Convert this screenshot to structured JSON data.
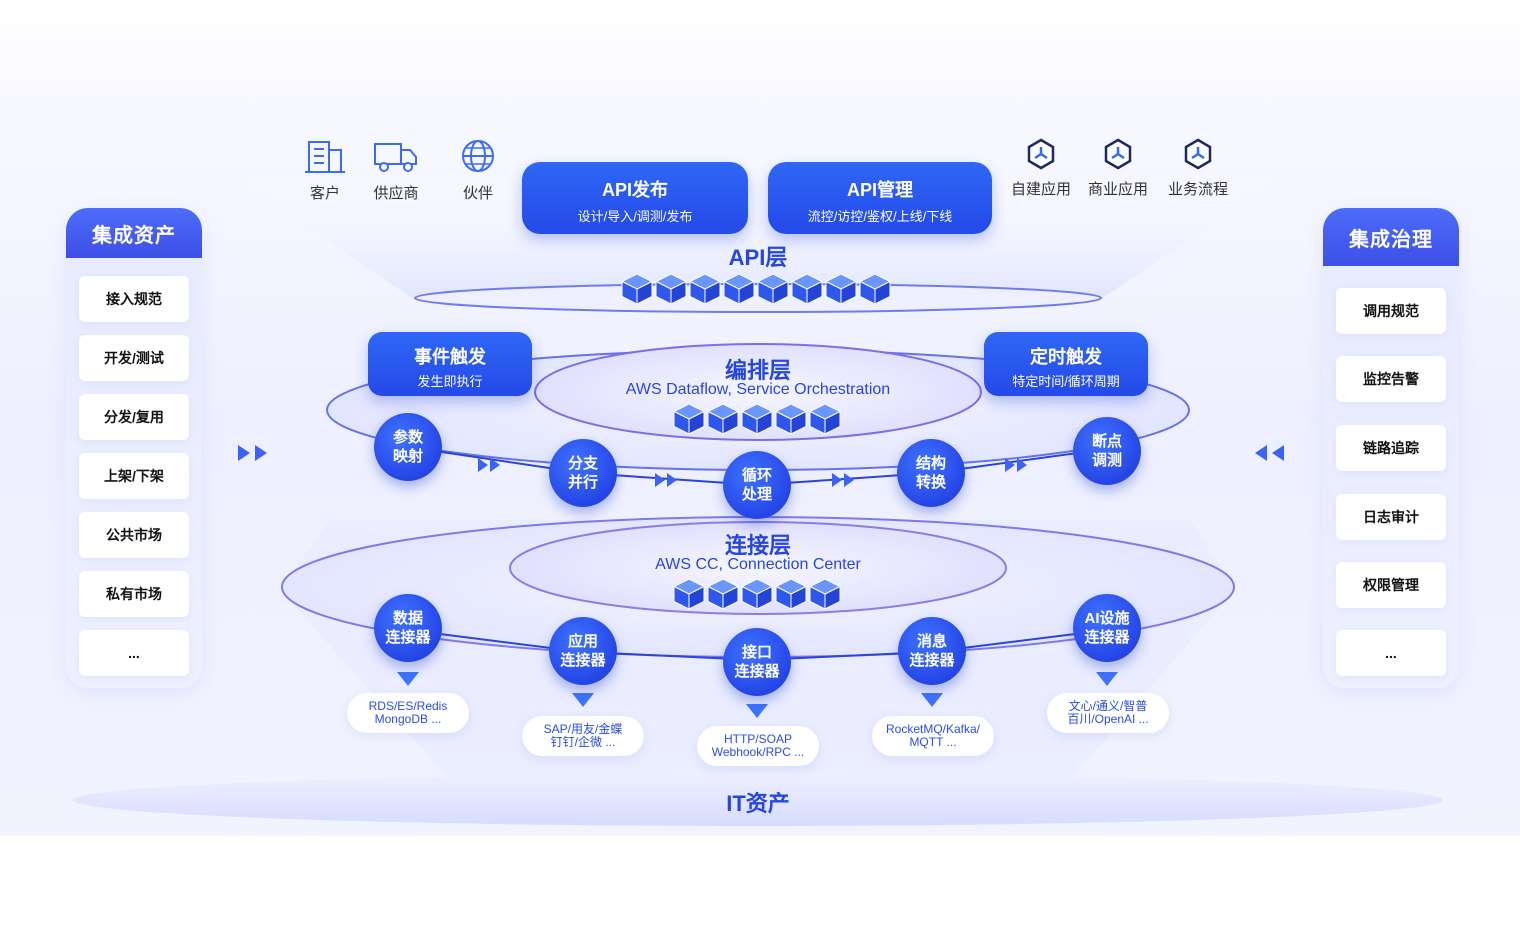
{
  "left_panel": {
    "title": "集成资产",
    "items": [
      "接入规范",
      "开发/测试",
      "分发/复用",
      "上架/下架",
      "公共市场",
      "私有市场",
      "..."
    ]
  },
  "right_panel": {
    "title": "集成治理",
    "items": [
      "调用规范",
      "监控告警",
      "链路追踪",
      "日志审计",
      "权限管理",
      "..."
    ]
  },
  "stakeholders_left": [
    {
      "label": "客户",
      "icon": "building-icon"
    },
    {
      "label": "供应商",
      "icon": "truck-icon"
    },
    {
      "label": "伙伴",
      "icon": "globe-icon"
    }
  ],
  "stakeholders_right": [
    {
      "label": "自建应用",
      "icon": "hexagon-app-icon"
    },
    {
      "label": "商业应用",
      "icon": "hexagon-app-icon"
    },
    {
      "label": "业务流程",
      "icon": "hexagon-app-icon"
    }
  ],
  "api_cards": [
    {
      "title": "API发布",
      "sub": "设计/导入/调测/发布"
    },
    {
      "title": "API管理",
      "sub": "流控/访控/鉴权/上线/下线"
    }
  ],
  "api_layer": {
    "title": "API层"
  },
  "orchestration": {
    "title": "编排层",
    "subtitle": "AWS Dataflow, Service Orchestration",
    "event_card": {
      "title": "事件触发",
      "sub": "发生即执行"
    },
    "timer_card": {
      "title": "定时触发",
      "sub": "特定时间/循环周期"
    },
    "nodes": [
      {
        "l1": "参数",
        "l2": "映射"
      },
      {
        "l1": "分支",
        "l2": "并行"
      },
      {
        "l1": "循环",
        "l2": "处理"
      },
      {
        "l1": "结构",
        "l2": "转换"
      },
      {
        "l1": "断点",
        "l2": "调测"
      }
    ]
  },
  "connection": {
    "title": "连接层",
    "subtitle": "AWS CC, Connection Center",
    "nodes": [
      {
        "l1": "数据",
        "l2": "连接器",
        "t1": "RDS/ES/Redis",
        "t2": "MongoDB ..."
      },
      {
        "l1": "应用",
        "l2": "连接器",
        "t1": "SAP/用友/金蝶",
        "t2": "钉钉/企微 ..."
      },
      {
        "l1": "接口",
        "l2": "连接器",
        "t1": "HTTP/SOAP",
        "t2": "Webhook/RPC ..."
      },
      {
        "l1": "消息",
        "l2": "连接器",
        "t1": "RocketMQ/Kafka/",
        "t2": "MQTT ..."
      },
      {
        "l1": "AI设施",
        "l2": "连接器",
        "t1": "文心/通义/智普",
        "t2": "百川/OpenAI ..."
      }
    ]
  },
  "it_assets": {
    "title": "IT资产"
  },
  "colors": {
    "accent": "#2746e0",
    "card": "#2449e8",
    "panel": "#e7ebff"
  }
}
